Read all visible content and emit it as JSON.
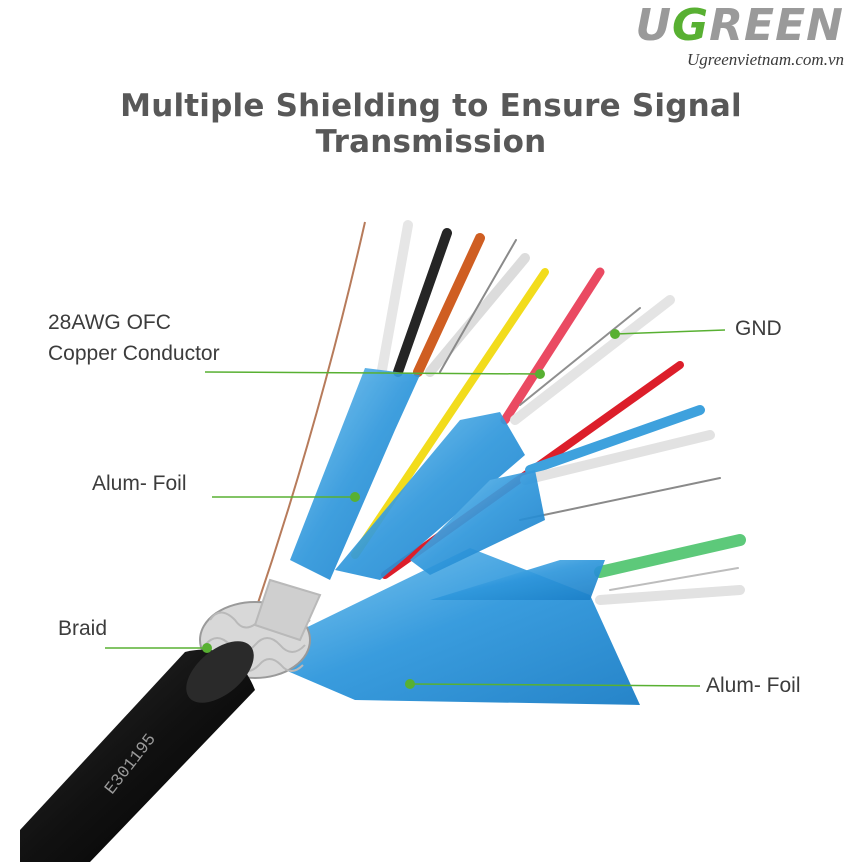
{
  "brand": {
    "logo_text": "UGREEN",
    "website": "Ugreenvietnam.com.vn"
  },
  "headline": "Multiple Shielding to Ensure Signal Transmission",
  "callouts": {
    "conductor_line1": "28AWG OFC",
    "conductor_line2": "Copper Conductor",
    "gnd": "GND",
    "foil_inner": "Alum- Foil",
    "braid": "Braid",
    "foil_outer": "Alum- Foil"
  },
  "cable": {
    "jacket_print": "E301195"
  },
  "colors": {
    "accent_green": "#58b032",
    "foil_blue": "#3aa4e0",
    "jacket": "#151515"
  }
}
